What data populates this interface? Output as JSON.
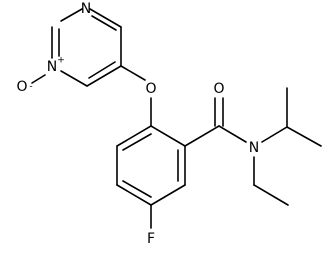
{
  "atoms": {
    "n_top": "N",
    "n_oxide": "N",
    "n_oxide_charge": "+",
    "o_oxide": "O",
    "o_oxide_charge": "-",
    "o_ether": "O",
    "o_carbonyl": "O",
    "n_amide": "N",
    "f": "F"
  }
}
